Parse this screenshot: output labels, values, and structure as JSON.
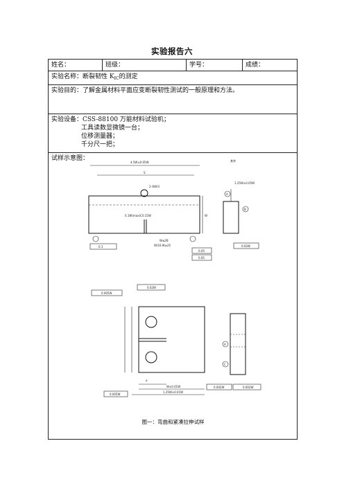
{
  "page_title": "实验报告六",
  "header": {
    "name_label": "姓名：",
    "class_label": "班级：",
    "id_label": "学号：",
    "score_label": "成绩："
  },
  "experiment_name": {
    "prefix": "实验名称：断裂韧性 K",
    "subscript": "IC",
    "suffix": "的测定"
  },
  "experiment_purpose": "实验目的：了解金属材料平面应变断裂韧性测试的一般原理和方法。",
  "equipment": {
    "first": "实验设备：CSS-88100 万能材料试验机；",
    "items": [
      "工具读数显微镜一台；",
      "位移测量器；",
      "千分尺一把；"
    ]
  },
  "sketch_label": "试样示意图：",
  "figure_caption": "图一：弯曲和紧凑拉伸试样",
  "drawing_labels": {
    "bend_overall": "4.5W±0.05W",
    "bend_span": "S",
    "bend_hole": "2–6W/3",
    "bend_notch": "0.1W(max)C0.15W",
    "bend_w": "W",
    "bend_crack": "W≤2B",
    "bend_crack2": "W/16·W≥25",
    "datum": "其余",
    "bend_side_w": "1.25W±0.05W",
    "ct_width": "1.25W±0.01W",
    "ct_inner": "W±0.01W",
    "ct_a": "a",
    "tol_1": "0.1",
    "tol_2": "0.02W",
    "tol_3": "0.05",
    "tol_4": "0.005W",
    "tol_5": "0.002W",
    "ref_a": "A",
    "ref_b": "B",
    "ref_c": "C"
  }
}
